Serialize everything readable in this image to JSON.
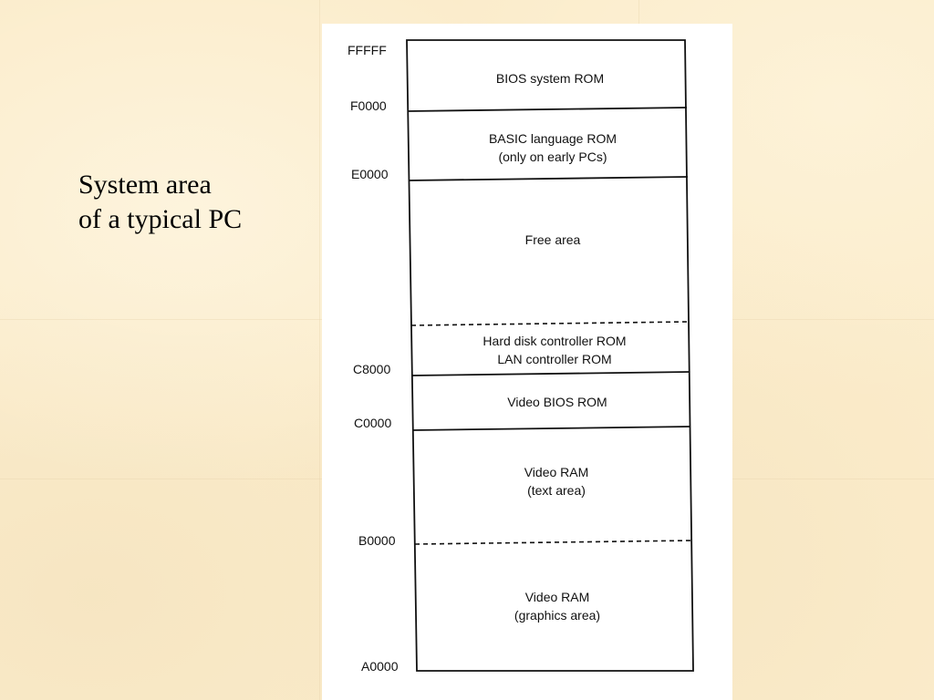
{
  "title": {
    "line1": "System area",
    "line2": "of a typical PC"
  },
  "addresses": {
    "fffff": "FFFFF",
    "f0000": "F0000",
    "e0000": "E0000",
    "c8000": "C8000",
    "c0000": "C0000",
    "b0000": "B0000",
    "a0000": "A0000"
  },
  "regions": {
    "bios_system_rom": [
      "BIOS system ROM"
    ],
    "basic_language_rom": [
      "BASIC language ROM",
      "(only on early PCs)"
    ],
    "free_area": [
      "Free area"
    ],
    "controller_roms": [
      "Hard disk controller ROM",
      "LAN controller ROM"
    ],
    "video_bios_rom": [
      "Video BIOS ROM"
    ],
    "video_ram_text": [
      "Video RAM",
      "(text area)"
    ],
    "video_ram_graphics": [
      "Video RAM",
      "(graphics area)"
    ]
  }
}
